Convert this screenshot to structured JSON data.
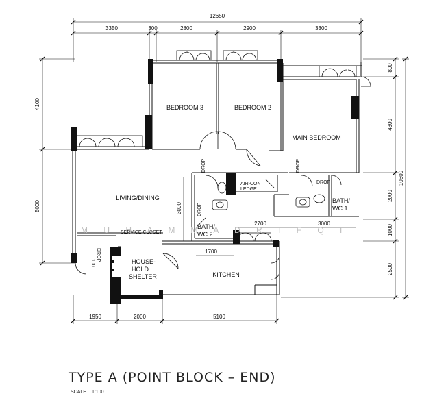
{
  "dimensions": {
    "top_total": "12650",
    "top": [
      "3350",
      "300",
      "2800",
      "2900",
      "3300"
    ],
    "bottom": [
      "1950",
      "2000",
      "5100"
    ],
    "left": [
      "4100",
      "5000"
    ],
    "right": [
      "800",
      "4300",
      "2000",
      "1000",
      "2500"
    ],
    "right_total": "10600",
    "inner": {
      "bath2_height": "3000",
      "corridor": "2700",
      "bath1_width": "3000",
      "kitchen_entry": "1700"
    }
  },
  "rooms": {
    "bedroom3": "BEDROOM 3",
    "bedroom2": "BEDROOM 2",
    "main_bedroom": "MAIN BEDROOM",
    "living_dining": "LIVING/DINING",
    "aircon_line1": "AIR-CON",
    "aircon_line2": "LEDGE",
    "bath2_line1": "BATH/",
    "bath2_line2": "WC 2",
    "bath1_line1": "BATH/",
    "bath1_line2": "WC 1",
    "service_closet": "SERVICE CLOSET",
    "shelter_line1": "HOUSE-",
    "shelter_line2": "HOLD",
    "shelter_line3": "SHELTER",
    "kitchen": "KITCHEN"
  },
  "labels": {
    "drop": "DROP",
    "drop_100": "100"
  },
  "watermark": "M U H A M M A D   R I F Q I",
  "title": "TYPE A (POINT BLOCK – END)",
  "scale": {
    "label": "SCALE",
    "value": "1:100"
  }
}
